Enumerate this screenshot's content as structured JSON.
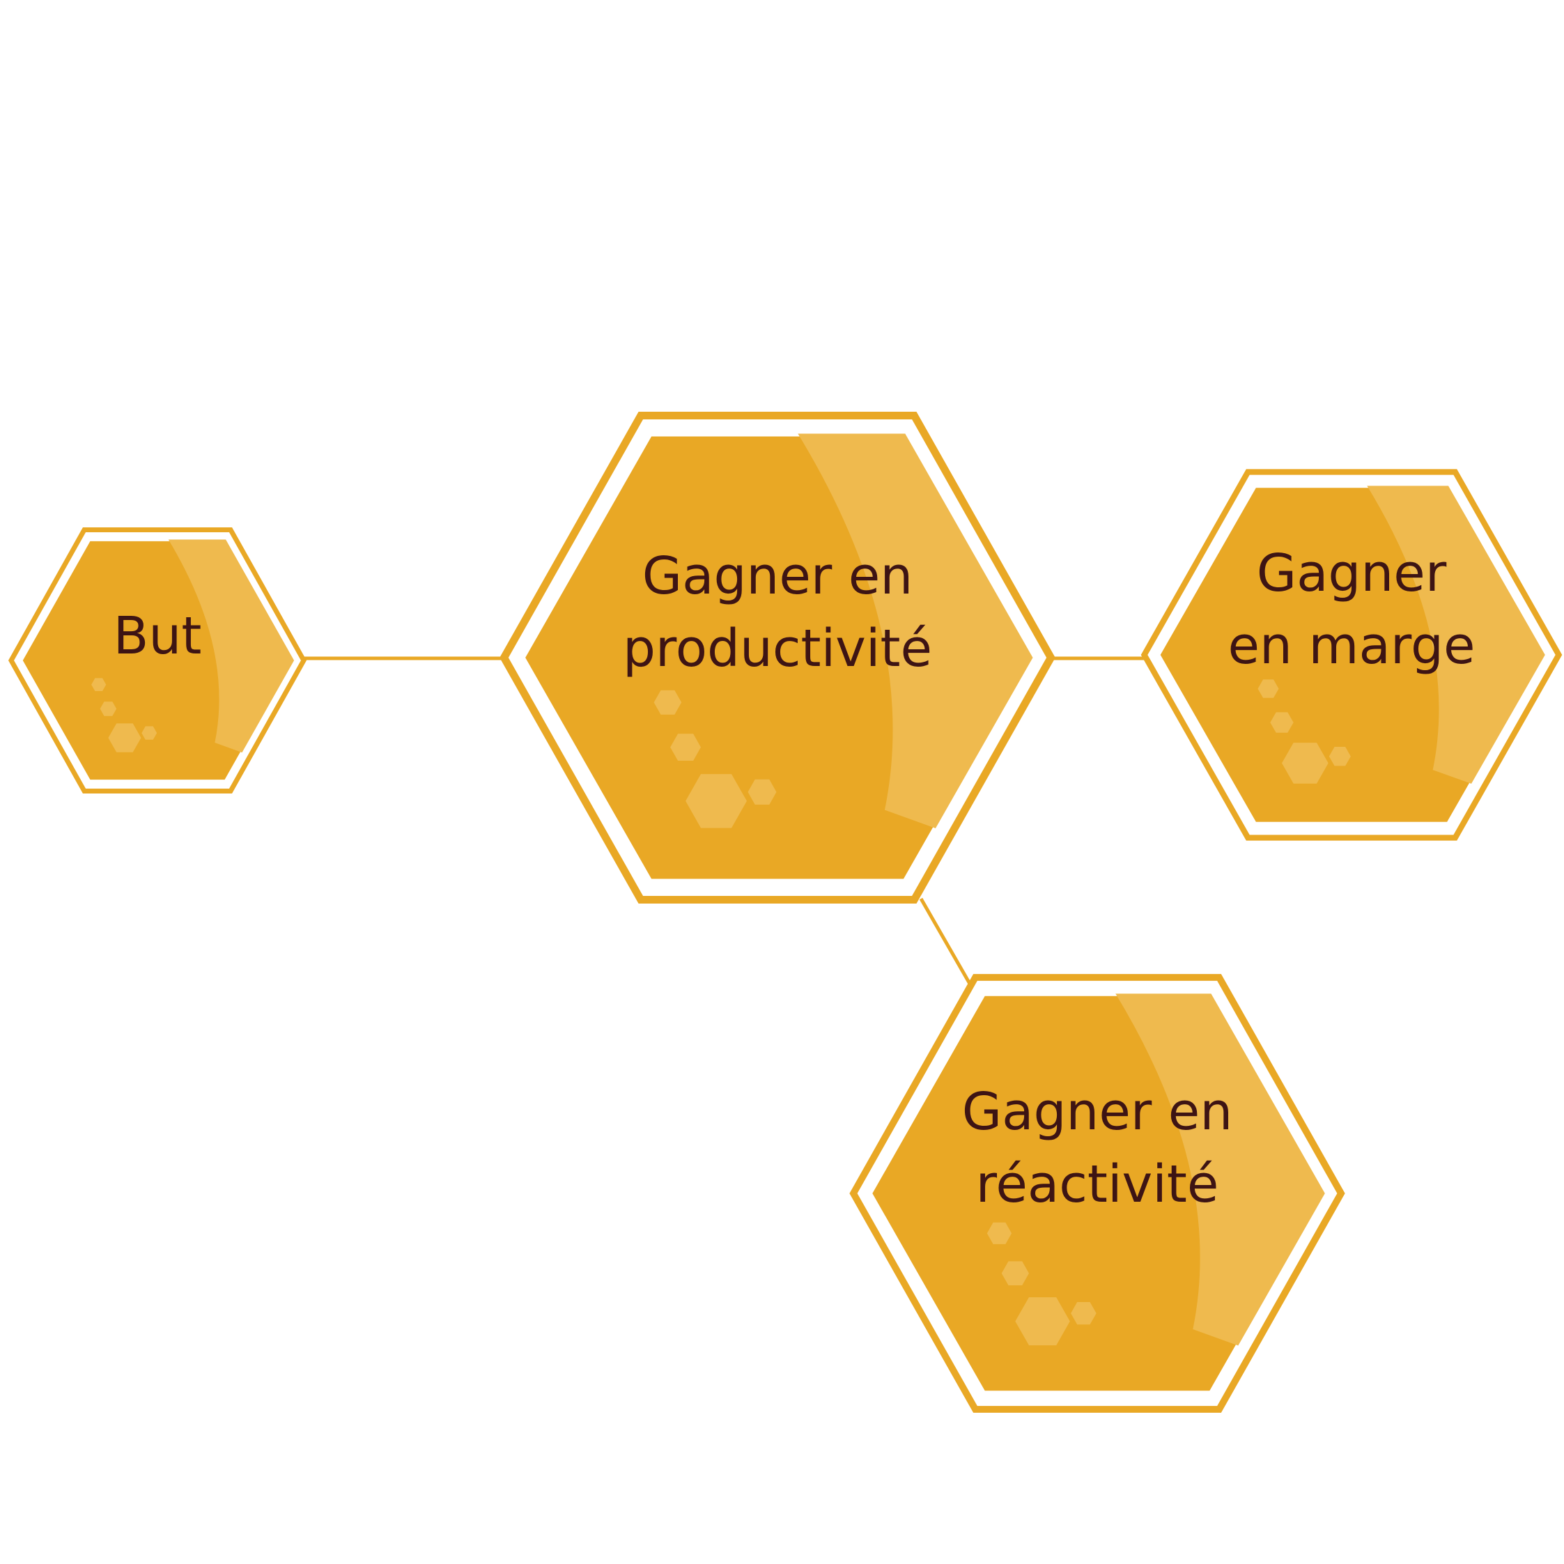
{
  "colors": {
    "background": "#ffffff",
    "honey": "#e9a825",
    "honey_light": "#efba4e",
    "inner_stroke": "#ffffff",
    "text": "#3d1414"
  },
  "nodes": [
    {
      "id": "but",
      "lines": [
        "But"
      ]
    },
    {
      "id": "productivite",
      "lines": [
        "Gagner en",
        "productivité"
      ]
    },
    {
      "id": "marge",
      "lines": [
        "Gagner",
        "en marge"
      ]
    },
    {
      "id": "reactivite",
      "lines": [
        "Gagner en",
        "réactivité"
      ]
    }
  ],
  "connections": [
    {
      "from": "but",
      "to": "productivite"
    },
    {
      "from": "productivite",
      "to": "marge"
    },
    {
      "from": "productivite",
      "to": "reactivite"
    }
  ]
}
